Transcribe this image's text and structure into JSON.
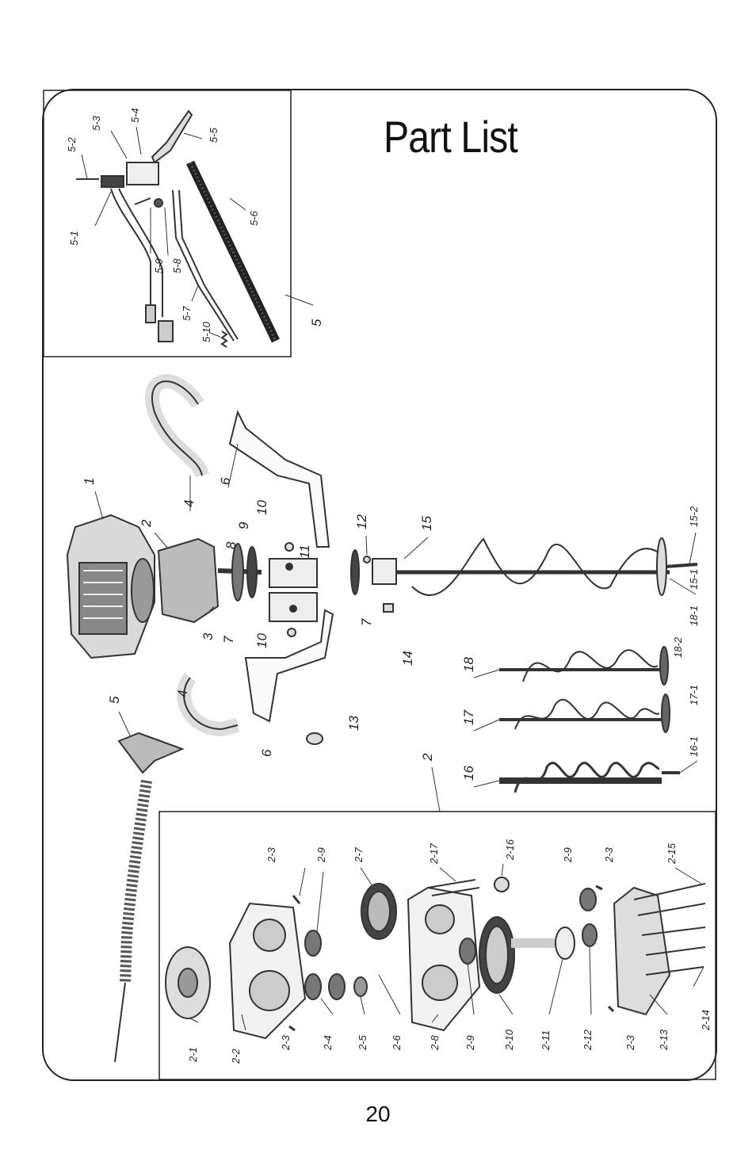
{
  "page": {
    "title": "Part List",
    "page_number": "20"
  },
  "callouts": {
    "inset_top": [
      "5-1",
      "5-2",
      "5-3",
      "5-4",
      "5-5",
      "5-6",
      "5-7",
      "5-8",
      "5-9",
      "5-10",
      "5"
    ],
    "main": [
      "1",
      "2",
      "3",
      "4",
      "4",
      "5",
      "6",
      "6",
      "7",
      "7",
      "8",
      "9",
      "10",
      "10",
      "11",
      "12",
      "13",
      "14",
      "15",
      "15-1",
      "15-2",
      "16",
      "16-1",
      "17",
      "17-1",
      "18",
      "18-1",
      "18-2",
      "2"
    ],
    "inset_bottom": [
      "2-1",
      "2-2",
      "2-3",
      "2-3",
      "2-3",
      "2-3",
      "2-4",
      "2-5",
      "2-6",
      "2-7",
      "2-8",
      "2-9",
      "2-9",
      "2-9",
      "2-10",
      "2-11",
      "2-12",
      "2-13",
      "2-14",
      "2-15",
      "2-16",
      "2-17"
    ]
  }
}
